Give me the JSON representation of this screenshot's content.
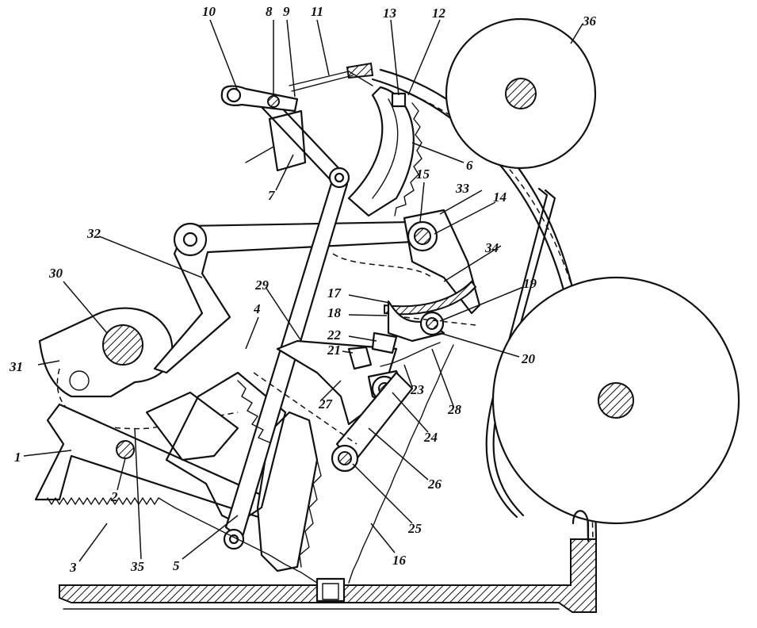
{
  "labels": [
    "1",
    "2",
    "3",
    "4",
    "5",
    "6",
    "7",
    "8",
    "9",
    "10",
    "11",
    "12",
    "13",
    "14",
    "15",
    "16",
    "17",
    "18",
    "19",
    "20",
    "21",
    "22",
    "23",
    "24",
    "25",
    "26",
    "27",
    "28",
    "29",
    "30",
    "31",
    "32",
    "33",
    "34",
    "35",
    "36"
  ]
}
